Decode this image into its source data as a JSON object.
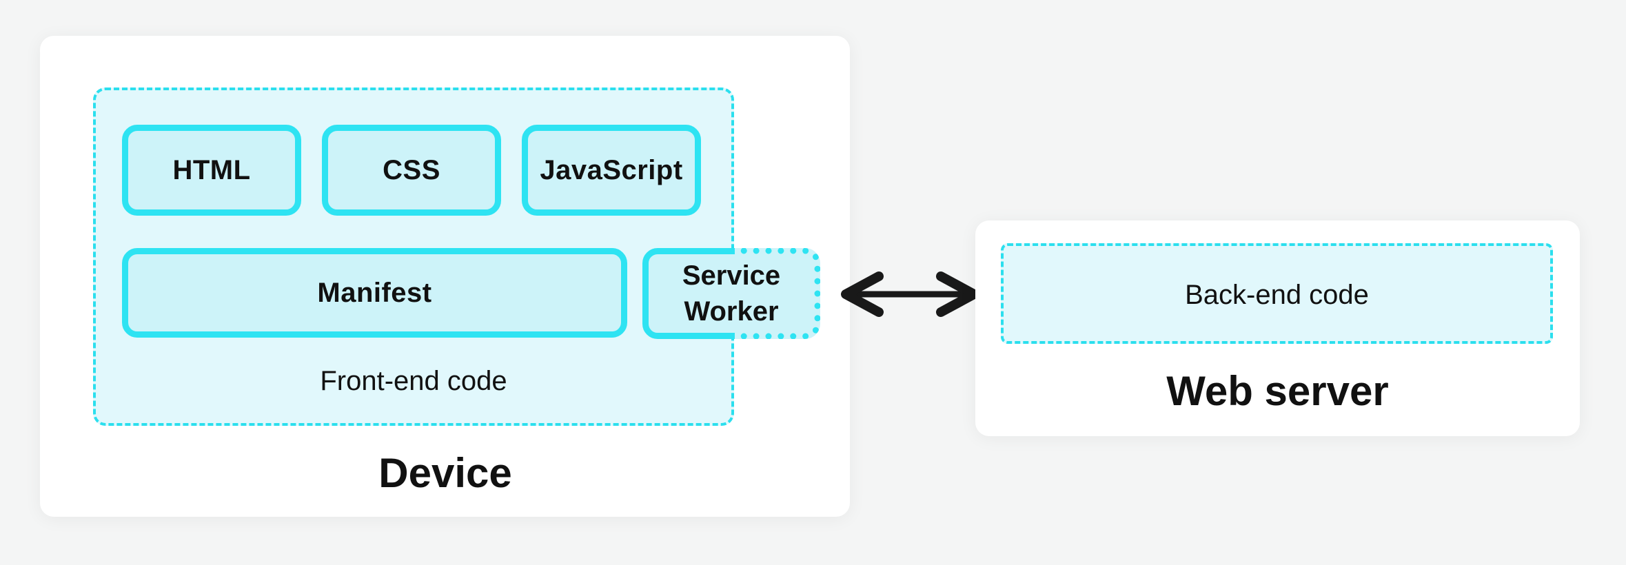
{
  "colors": {
    "background": "#f4f5f5",
    "card": "#ffffff",
    "cyan_border": "#2ee3f2",
    "cyan_dashed": "#2bdfee",
    "fill_light": "#e1f8fc",
    "fill_inner": "#cdf3f9",
    "text": "#111111",
    "arrow": "#191919"
  },
  "device": {
    "title": "Device",
    "frontend": {
      "label": "Front-end code",
      "boxes": {
        "html": "HTML",
        "css": "CSS",
        "javascript": "JavaScript",
        "manifest": "Manifest",
        "service_worker": "Service Worker"
      }
    }
  },
  "server": {
    "title": "Web server",
    "backend_label": "Back-end code"
  },
  "connection": {
    "type": "bidirectional-arrow"
  }
}
